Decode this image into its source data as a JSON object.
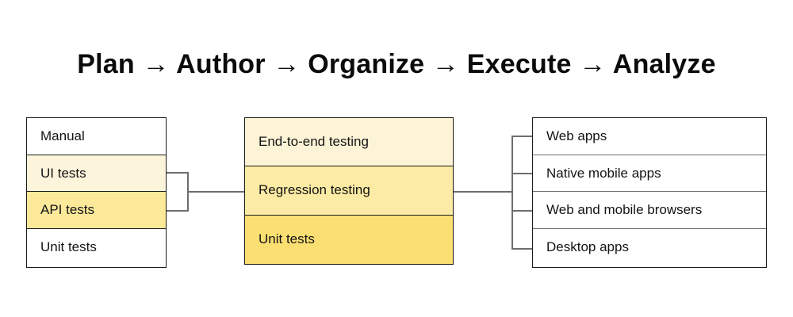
{
  "title": "Plan → Author → Organize → Execute → Analyze",
  "colors": {
    "cream_lightest": "#FDF3D6",
    "cream_light": "#FDF5DB",
    "yellow_medium": "#FCEBA4",
    "yellow_strong": "#FCE99A",
    "yellow_darkest": "#FCDF72",
    "white": "#FFFFFF",
    "border": "#1B1B1B",
    "connector": "#6D6D6D",
    "text": "#141414"
  },
  "columns": {
    "left": {
      "name": "test-types",
      "cells": [
        {
          "label": "Manual",
          "fill": "#FFFFFF"
        },
        {
          "label": "UI tests",
          "fill": "#FDF5DB"
        },
        {
          "label": "API tests",
          "fill": "#FCE99A"
        },
        {
          "label": "Unit tests",
          "fill": "#FFFFFF"
        }
      ]
    },
    "middle": {
      "name": "test-levels",
      "cells": [
        {
          "label": "End-to-end testing",
          "fill": "#FDF3D6"
        },
        {
          "label": "Regression testing",
          "fill": "#FCEBA4"
        },
        {
          "label": "Unit tests",
          "fill": "#FCDF72"
        }
      ]
    },
    "right": {
      "name": "test-targets",
      "cells": [
        {
          "label": "Web apps",
          "fill": "#FFFFFF"
        },
        {
          "label": "Native mobile apps",
          "fill": "#FFFFFF"
        },
        {
          "label": "Web and mobile browsers",
          "fill": "#FFFFFF"
        },
        {
          "label": "Desktop apps",
          "fill": "#FFFFFF"
        }
      ]
    }
  },
  "connectors": {
    "left_bracket": "joins UI tests and API tests to Regression testing",
    "right_bracket": "fans Regression testing out to four target platforms"
  }
}
